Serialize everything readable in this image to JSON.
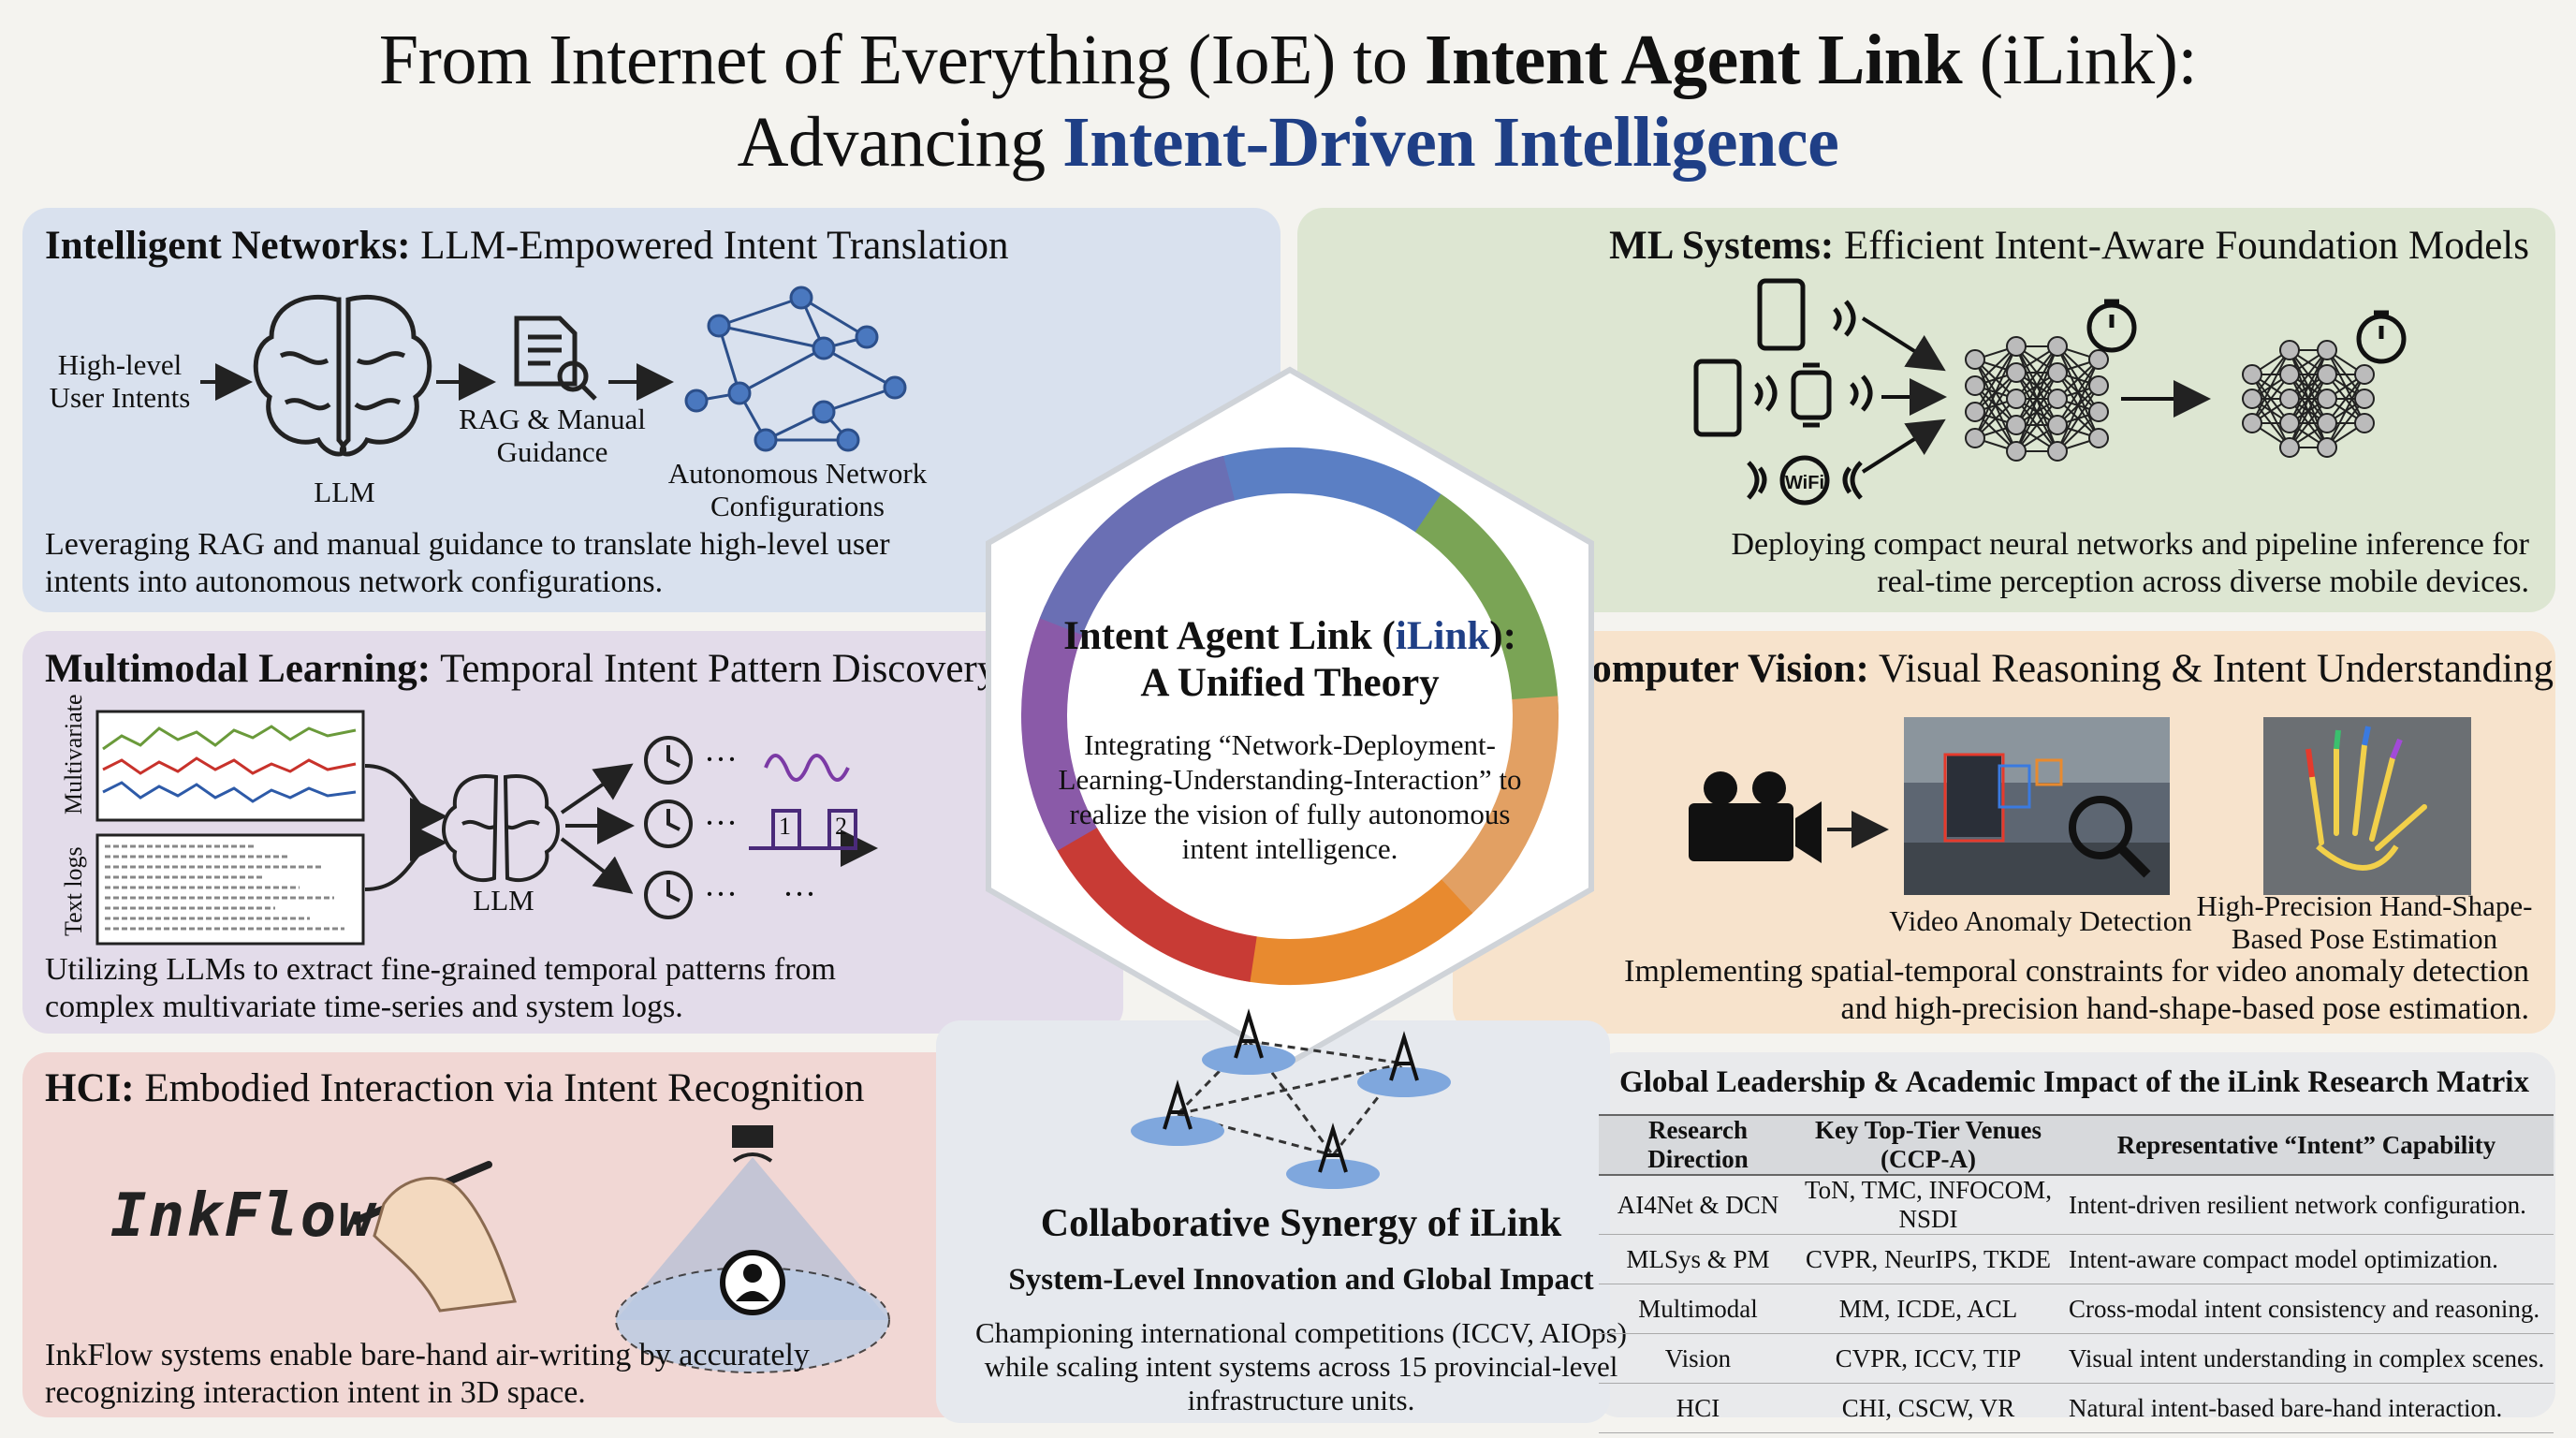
{
  "header": {
    "title_pre": "From Internet of Everything (IoE) to",
    "title_bold": "Intent Agent Link",
    "title_post": "(iLink):",
    "subtitle_pre": "Advancing",
    "subtitle_blue": "Intent-Driven Intelligence"
  },
  "networks": {
    "title_bold": "Intelligent Networks:",
    "title_rest": "LLM-Empowered Intent Translation",
    "input_l1": "High-level",
    "input_l2": "User Intents",
    "llm": "LLM",
    "rag_l1": "RAG & Manual",
    "rag_l2": "Guidance",
    "out_l1": "Autonomous Network",
    "out_l2": "Configurations",
    "desc_l1": "Leveraging RAG and manual guidance to translate high-level user",
    "desc_l2": "intents into autonomous network configurations."
  },
  "ml": {
    "title_bold": "ML Systems:",
    "title_rest": "Efficient Intent-Aware Foundation Models",
    "wifi": "WiFi",
    "desc_l1": "Deploying compact neural networks and pipeline inference for",
    "desc_l2": "real-time perception across diverse mobile devices."
  },
  "multimodal": {
    "title_bold": "Multimodal Learning:",
    "title_rest": "Temporal Intent Pattern Discovery",
    "side1": "Multivariate",
    "side2": "Text logs",
    "llm": "LLM",
    "box1": "1",
    "box2": "2",
    "ellipsis": "···",
    "desc_l1": "Utilizing LLMs to extract fine-grained temporal patterns from",
    "desc_l2": "complex multivariate time-series and system logs."
  },
  "vision": {
    "title_bold": "Computer Vision:",
    "title_rest": "Visual Reasoning & Intent Understanding",
    "cap1": "Video Anomaly Detection",
    "cap2_l1": "High-Precision Hand-Shape-",
    "cap2_l2": "Based Pose Estimation",
    "desc_l1": "Implementing spatial-temporal constraints for video anomaly detection",
    "desc_l2": "and high-precision hand-shape-based pose estimation."
  },
  "hci": {
    "title_bold": "HCI:",
    "title_rest": "Embodied Interaction via Intent Recognition",
    "inkflow": "InkFlow",
    "desc_l1": "InkFlow systems enable bare-hand air-writing by accurately",
    "desc_l2": "recognizing interaction intent in 3D space."
  },
  "center": {
    "title_pre": "Intent Agent Link (",
    "title_blue": "iLink",
    "title_post": "):",
    "title_l2": "A Unified Theory",
    "desc_l1": "Integrating “Network-Deployment-",
    "desc_l2": "Learning-Understanding-Interaction” to",
    "desc_l3": "realize the vision of fully autonomous",
    "desc_l4": "intent intelligence.",
    "ring_colors": [
      "#5b7fc4",
      "#7aa455",
      "#e2a063",
      "#e88a2f",
      "#c83b35",
      "#8a5aa8",
      "#6a6fb4"
    ]
  },
  "synergy": {
    "title": "Collaborative Synergy of iLink",
    "subtitle": "System-Level Innovation and Global Impact",
    "desc_l1": "Championing international competitions (ICCV, AIOps)",
    "desc_l2": "while scaling intent systems across 15 provincial-level",
    "desc_l3": "infrastructure units."
  },
  "matrix": {
    "title": "Global Leadership & Academic Impact of the iLink Research Matrix",
    "headers": [
      "Research Direction",
      "Key Top-Tier Venues (CCP-A)",
      "Representative “Intent” Capability"
    ],
    "rows": [
      [
        "AI4Net & DCN",
        "ToN, TMC, INFOCOM, NSDI",
        "Intent-driven resilient network configuration."
      ],
      [
        "MLSys & PM",
        "CVPR, NeurIPS, TKDE",
        "Intent-aware compact model optimization."
      ],
      [
        "Multimodal",
        "MM, ICDE, ACL",
        "Cross-modal intent consistency and reasoning."
      ],
      [
        "Vision",
        "CVPR, ICCV, TIP",
        "Visual intent understanding in complex scenes."
      ],
      [
        "HCI",
        "CHI, CSCW, VR",
        "Natural intent-based bare-hand interaction."
      ]
    ]
  }
}
